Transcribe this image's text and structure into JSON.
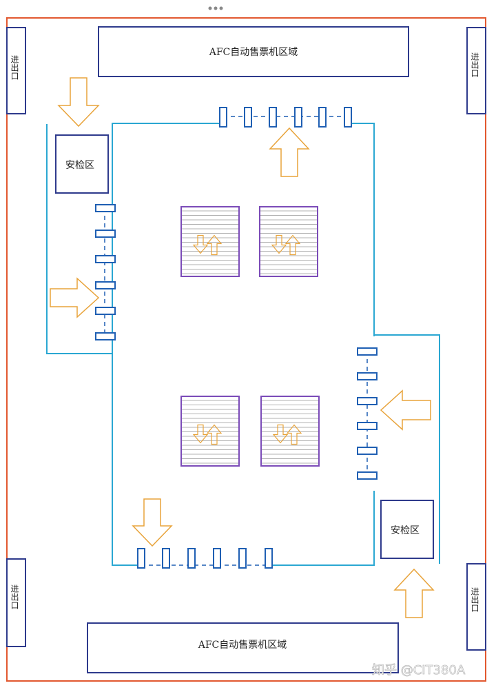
{
  "top_afc_label": "AFC自动售票机区域",
  "bottom_afc_label": "AFC自动售票机区域",
  "security_top_label": "安检区",
  "security_bottom_label": "安检区",
  "entrance_top_left": "进出口",
  "entrance_top_right": "进出口",
  "entrance_bottom_left": "进出口",
  "entrance_bottom_right": "进出口",
  "watermark": "知乎 @CIT380A",
  "colors": {
    "outer_border": "#e2582f",
    "box_border": "#2e3a8c",
    "fence": "#2aa7d2",
    "gate": "#1f5fb3",
    "arrow": "#e8a33a",
    "stair_border": "#7b4bb8",
    "stair_line": "#b0b0b0"
  }
}
